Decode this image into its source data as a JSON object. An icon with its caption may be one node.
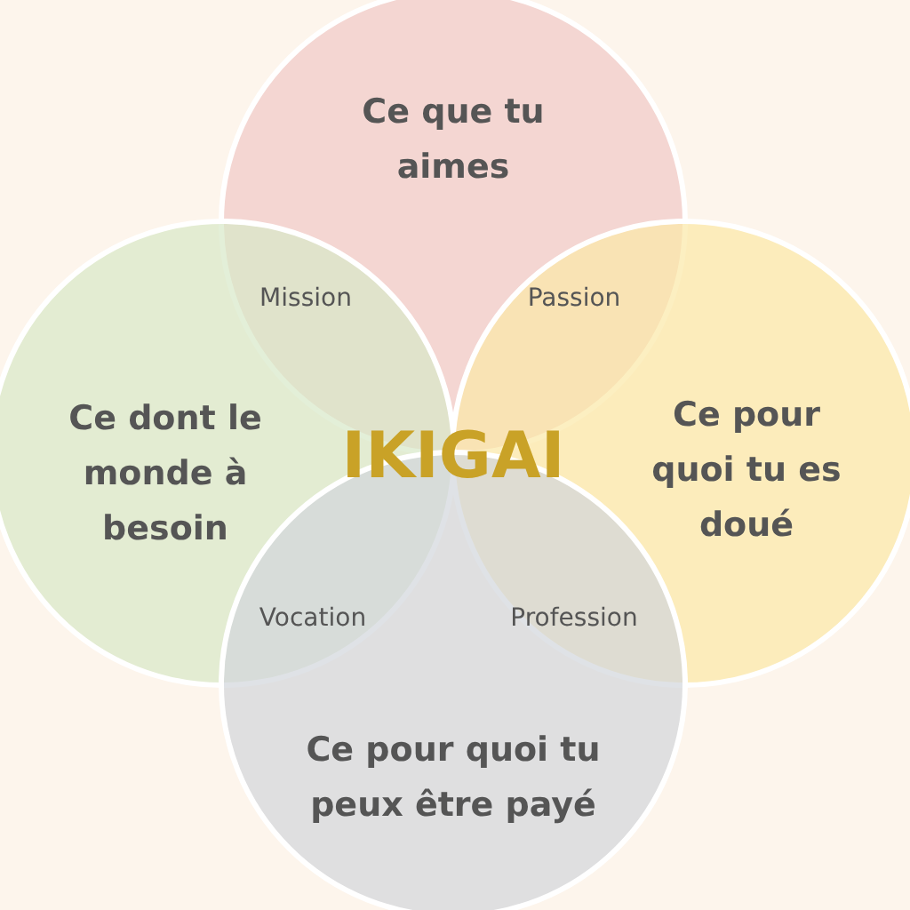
{
  "diagram": {
    "nodes": [
      {
        "text": [
          "Ce que tu aimes"
        ]
      },
      {
        "text": [
          "Ce dont le monde à besoin"
        ]
      },
      {
        "text": [
          "Ce pour quoi tu es doué"
        ]
      },
      {
        "text": [
          "Ce pour quoi tu peux être payé"
        ]
      }
    ],
    "labels": [
      "Mission",
      "Passion",
      "IKIGAI",
      "Vocation",
      "Profession"
    ]
  }
}
